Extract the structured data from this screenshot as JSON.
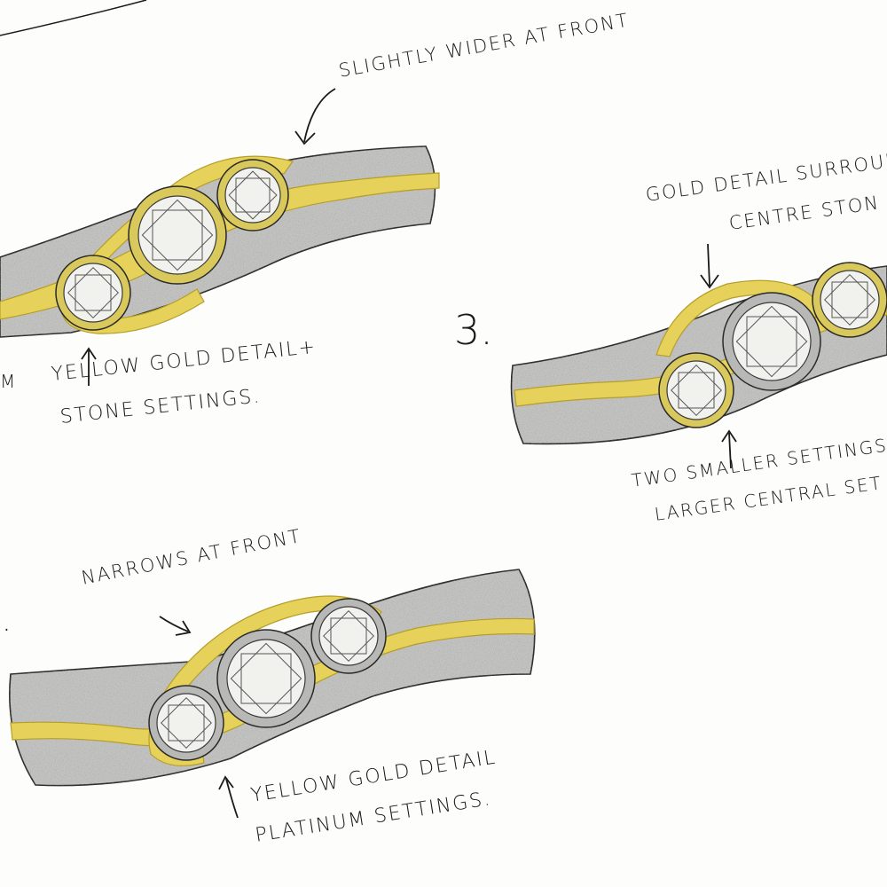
{
  "sketch": {
    "number_3": "3.",
    "number_2_fragment": ".",
    "left_cut_label": "M",
    "colors": {
      "paper": "#fdfdfb",
      "platinum": "#bdbdbb",
      "platinum_shadow": "#8e8e8c",
      "gold": "#e6d25a",
      "gold_dark": "#b59e2a",
      "ink": "#1a1a1a",
      "stone": "#f1f1ee"
    }
  },
  "notes": {
    "slightly_wider": "SLIGHTLY WIDER AT FRONT",
    "yellow_gold_line1": "YELLOW GOLD DETAIL+",
    "yellow_gold_line2": "STONE SETTINGS.",
    "gold_detail_line1": "GOLD DETAIL SURROUN",
    "gold_detail_line2": "CENTRE STON",
    "two_smaller_line1": "TWO SMALLER SETTINGS",
    "two_smaller_line2": "LARGER CENTRAL SET",
    "narrows": "NARROWS AT FRONT",
    "platinum_line1": "YELLOW GOLD DETAIL",
    "platinum_line2": "PLATINUM SETTINGS."
  }
}
